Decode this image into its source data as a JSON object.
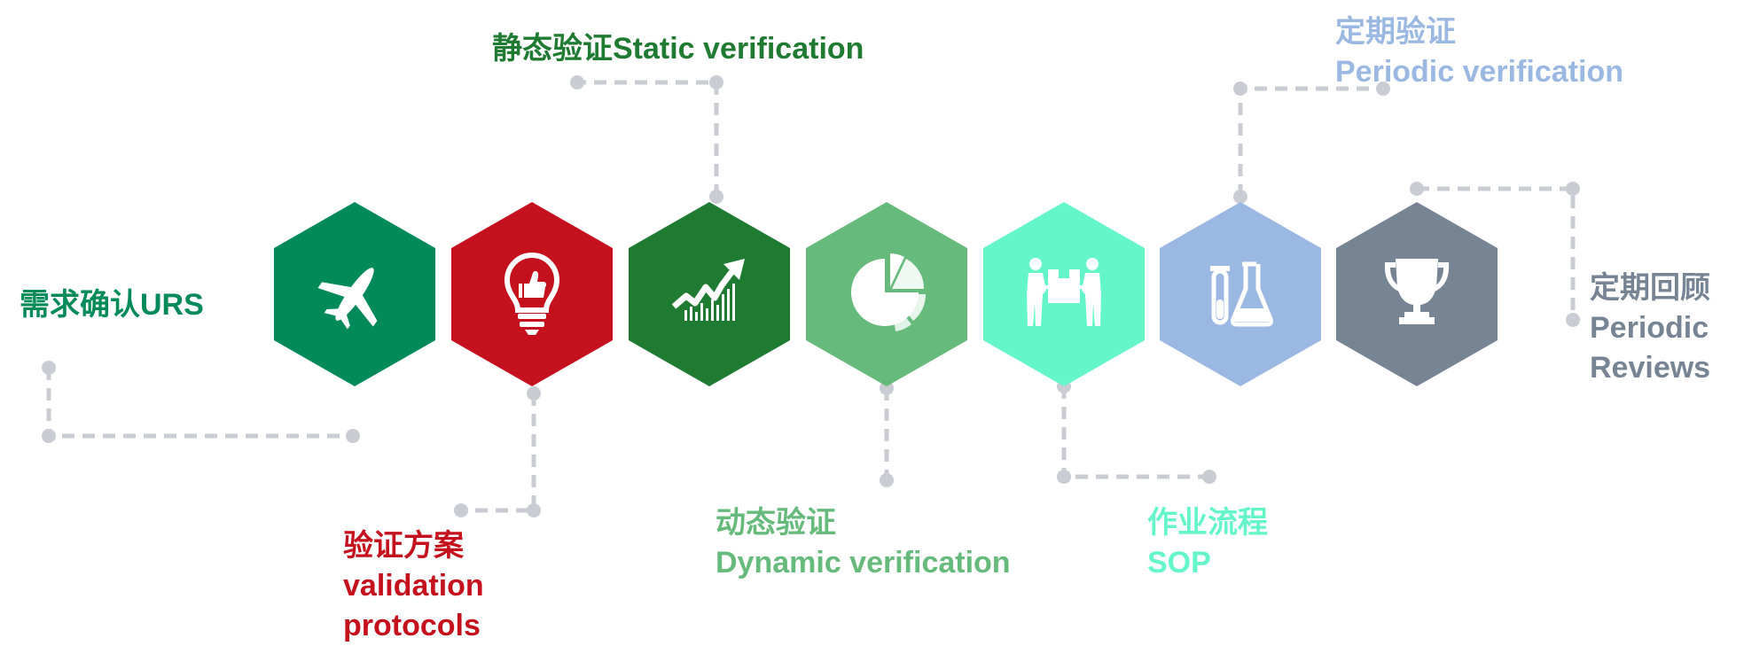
{
  "colors": {
    "urs": "#038a5b",
    "validation_protocols": "#c4111d",
    "static": "#1f7a32",
    "dynamic": "#66bb7c",
    "sop": "#64f5c8",
    "periodic_verification": "#9bb8e2",
    "periodic_reviews": "#778494",
    "connector": "#c9ccd2"
  },
  "steps": [
    {
      "id": "urs",
      "icon": "airplane-icon",
      "label": [
        "需求确认URS"
      ]
    },
    {
      "id": "vp",
      "icon": "lightbulb-thumbs-up-icon",
      "label": [
        "验证方案",
        "validation",
        "protocols"
      ]
    },
    {
      "id": "static",
      "icon": "growth-chart-icon",
      "label": [
        "静态验证Static verification"
      ]
    },
    {
      "id": "dynamic",
      "icon": "pie-chart-icon",
      "label": [
        "动态验证",
        "Dynamic verification"
      ]
    },
    {
      "id": "sop",
      "icon": "workers-carrying-box-icon",
      "label": [
        "作业流程",
        "SOP"
      ]
    },
    {
      "id": "pv",
      "icon": "lab-flask-icon",
      "label": [
        "定期验证",
        "Periodic verification"
      ]
    },
    {
      "id": "pr",
      "icon": "trophy-icon",
      "label": [
        "定期回顾",
        "Periodic",
        "Reviews"
      ]
    }
  ]
}
